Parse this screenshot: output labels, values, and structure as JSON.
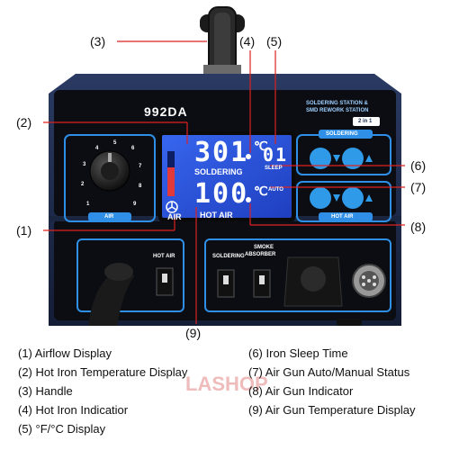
{
  "device": {
    "model": "992DA",
    "station_label_1": "SOLDERING STATION &",
    "station_label_2": "SMD REWORK STATION",
    "badge": "2 in 1",
    "soldering_tab": "SOLDERING",
    "hot_air_tab": "HOT AIR",
    "air_knob_label": "AIR",
    "lcd": {
      "iron_temp": "301",
      "iron_unit": "℃",
      "sleep_value": "01",
      "soldering_label": "SOLDERING",
      "sleep_label": "SLEEP",
      "air_temp": "100",
      "air_unit": "℃",
      "auto_label": "AUTO",
      "air_label": "AIR",
      "hot_air_label": "HOT AIR"
    },
    "lower_left_label": "HOT AIR",
    "lower_right_label_1": "SOLDERING",
    "lower_right_label_2": "SMOKE",
    "lower_right_label_3": "ABSORBER",
    "dial_numbers": [
      "1",
      "2",
      "3",
      "4",
      "5",
      "6",
      "7",
      "8",
      "9"
    ]
  },
  "callouts": {
    "c1": "(1)",
    "c2": "(2)",
    "c3": "(3)",
    "c4": "(4)",
    "c5": "(5)",
    "c6": "(6)",
    "c7": "(7)",
    "c8": "(8)",
    "c9": "(9)"
  },
  "legend": {
    "left": [
      "(1) Airflow Display",
      "(2) Hot Iron Temperature Display",
      "(3) Handle",
      "(4) Hot Iron Indicatior",
      "(5) °F/°C Display"
    ],
    "right": [
      "(6) Iron Sleep Time",
      "(7) Air Gun Auto/Manual Status",
      "(8) Air Gun Indicator",
      "(9) Air Gun Temperature Display"
    ]
  },
  "watermark": "LASHOP",
  "colors": {
    "body": "#1b2b4e",
    "face": "#0b0d12",
    "accent": "#2f8fe6",
    "lcd": "#2a52d8"
  }
}
